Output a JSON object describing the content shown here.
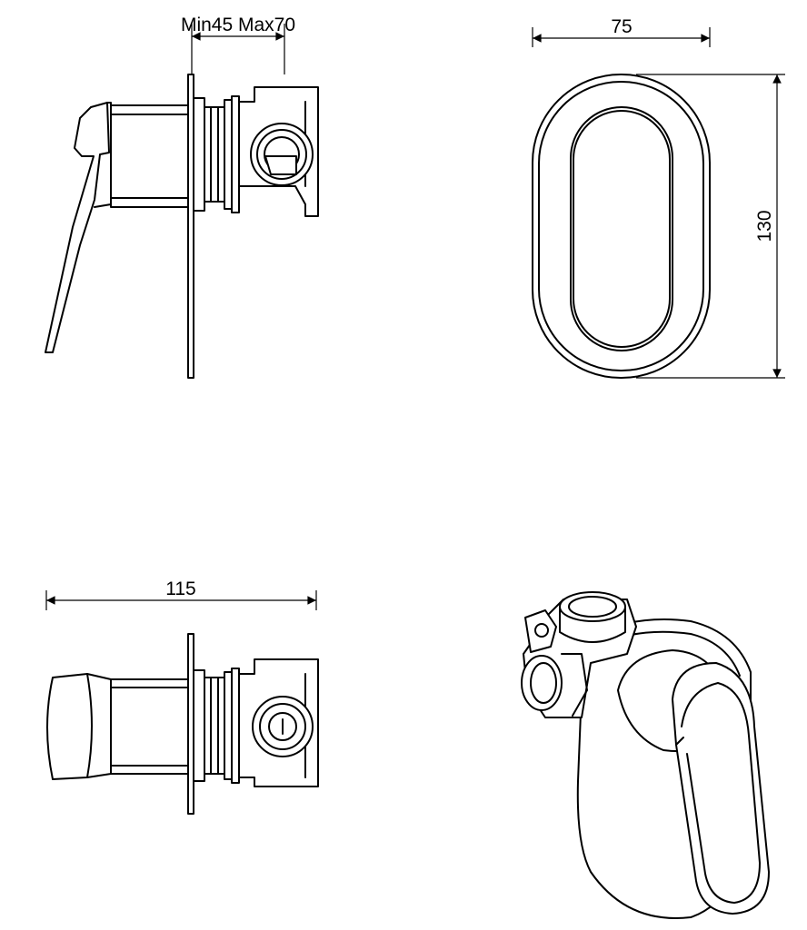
{
  "labels": {
    "depth_range": "Min45 Max70",
    "width": "75",
    "height": "130",
    "length": "115"
  },
  "colors": {
    "line": "#000000",
    "background": "#ffffff"
  }
}
